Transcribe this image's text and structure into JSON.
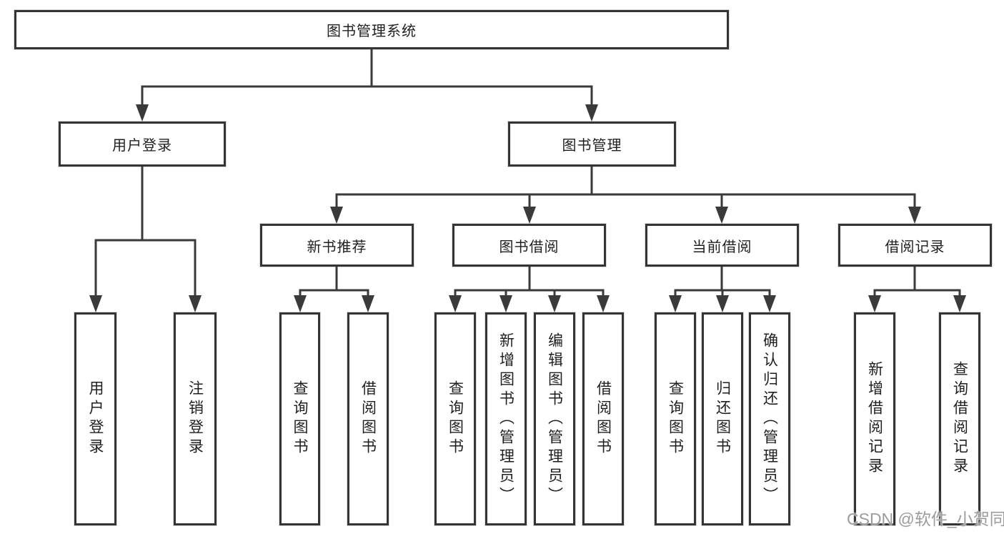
{
  "diagram": {
    "root": "图书管理系统",
    "branches": {
      "user_login": "用户登录",
      "book_management": "图书管理"
    },
    "modules": {
      "new_book_recommend": "新书推荐",
      "book_borrow": "图书借阅",
      "current_borrow": "当前借阅",
      "borrow_records": "借阅记录"
    },
    "leaves": {
      "user_login": "用户登录",
      "logout": "注销登录",
      "nb_query_books": "查询图书",
      "nb_borrow_books": "借阅图书",
      "bb_query_books": "查询图书",
      "bb_add_books": "新增图书（管理员）",
      "bb_edit_books": "编辑图书（管理员）",
      "bb_borrow_books": "借阅图书",
      "cb_query_books": "查询图书",
      "cb_return_books": "归还图书",
      "cb_confirm_return": "确认归还（管理员）",
      "br_add_record": "新增借阅记录",
      "br_query_record": "查询借阅记录"
    },
    "colors": {
      "line": "#3a3a3a",
      "text": "#1f1f1f",
      "watermark": "#9c9c9c"
    }
  },
  "watermark": "CSDN @软件_小贺同学"
}
